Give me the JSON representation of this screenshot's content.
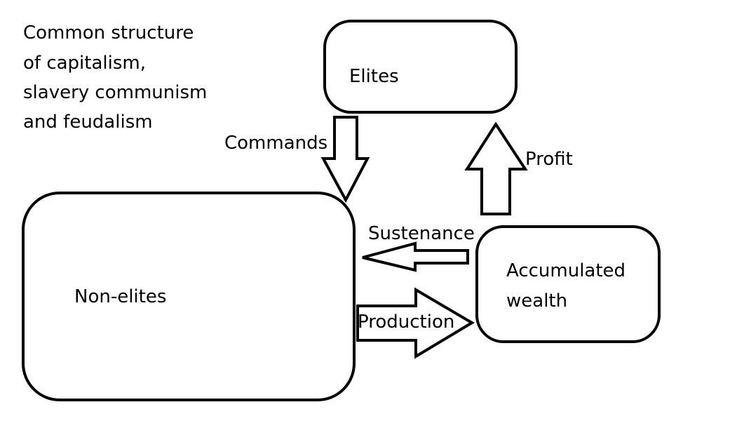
{
  "title_lines": [
    "Common structure",
    "of capitalism,",
    "slavery communism",
    "and feudalism"
  ],
  "nodes": {
    "elites": "Elites",
    "non_elites": "Non-elites",
    "wealth_line1": "Accumulated",
    "wealth_line2": "wealth"
  },
  "edges": {
    "commands": "Commands",
    "profit": "Profit",
    "sustenance": "Sustenance",
    "production": "Production"
  },
  "colors": {
    "stroke": "#000000",
    "background": "#ffffff"
  }
}
